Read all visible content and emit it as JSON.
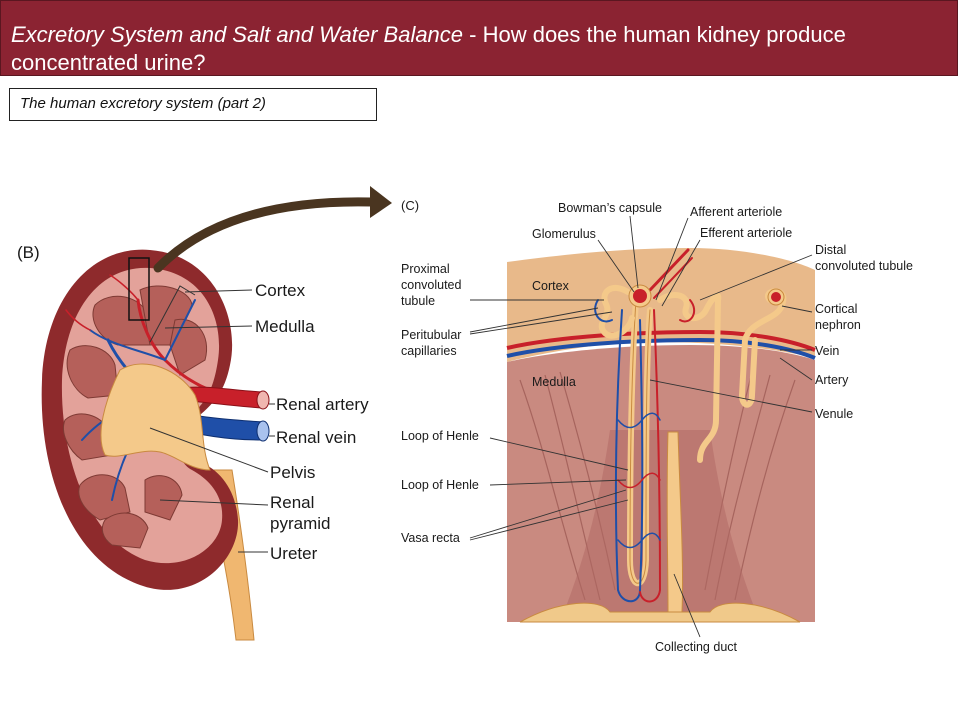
{
  "slide": {
    "title_italic": "Excretory System and Salt and Water Balance",
    "title_rest": " - How does the human kidney produce concentrated urine?",
    "subtitle": "The human excretory system (part 2)"
  },
  "panel_b": {
    "tag": "(B)",
    "labels": {
      "cortex": "Cortex",
      "medulla": "Medulla",
      "renal_artery": "Renal artery",
      "renal_vein": "Renal vein",
      "pelvis": "Pelvis",
      "renal_pyramid_1": "Renal",
      "renal_pyramid_2": "pyramid",
      "ureter": "Ureter"
    }
  },
  "panel_c": {
    "tag": "(C)",
    "labels": {
      "bowmans": "Bowman’s capsule",
      "glomerulus": "Glomerulus",
      "afferent": "Afferent arteriole",
      "efferent": "Efferent arteriole",
      "distal_1": "Distal",
      "distal_2": "convoluted tubule",
      "proximal_1": "Proximal",
      "proximal_2": "convoluted",
      "proximal_3": "tubule",
      "cortex": "Cortex",
      "cortical_1": "Cortical",
      "cortical_2": "nephron",
      "peritubular_1": "Peritubular",
      "peritubular_2": "capillaries",
      "vein": "Vein",
      "medulla": "Medulla",
      "artery": "Artery",
      "venule": "Venule",
      "loop1": "Loop of Henle",
      "loop2": "Loop of Henle",
      "vasa": "Vasa recta",
      "collecting": "Collecting duct"
    }
  },
  "colors": {
    "title_bg": "#8b2332",
    "kidney_outer": "#8e2a2c",
    "cortex": "#e3a29a",
    "pyramid": "#b5605a",
    "artery": "#c8202a",
    "vein": "#1f4fa8",
    "urine": "#f4c98a",
    "arrow": "#4a3520"
  }
}
